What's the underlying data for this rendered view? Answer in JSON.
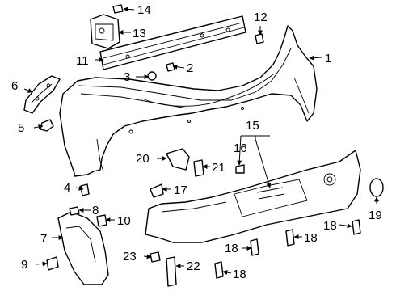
{
  "callouts": {
    "c1": "1",
    "c2": "2",
    "c3": "3",
    "c4": "4",
    "c5": "5",
    "c6": "6",
    "c7": "7",
    "c8": "8",
    "c9": "9",
    "c10": "10",
    "c11": "11",
    "c12": "12",
    "c13": "13",
    "c14": "14",
    "c15": "15",
    "c16": "16",
    "c17": "17",
    "c18a": "18",
    "c18b": "18",
    "c18c": "18",
    "c18d": "18",
    "c19": "19",
    "c20": "20",
    "c21": "21",
    "c22": "22",
    "c23": "23"
  }
}
